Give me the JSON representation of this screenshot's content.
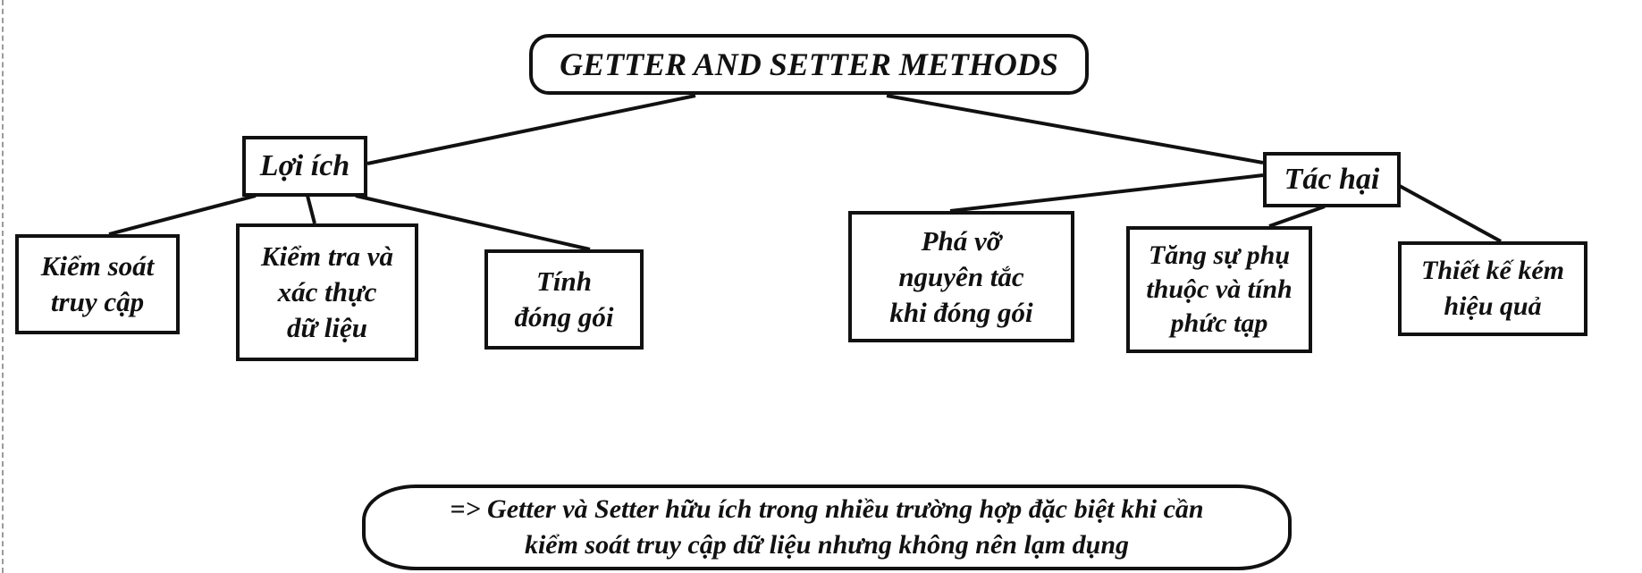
{
  "diagram": {
    "title": "GETTER AND SETTER METHODS",
    "benefits": {
      "label": "Lợi ích",
      "items": [
        {
          "lines": [
            "Kiểm soát",
            "truy cập"
          ]
        },
        {
          "lines": [
            "Kiểm tra và",
            "xác thực",
            "dữ liệu"
          ]
        },
        {
          "lines": [
            "Tính",
            "đóng gói"
          ]
        }
      ]
    },
    "harms": {
      "label": "Tác hại",
      "items": [
        {
          "lines": [
            "Phá vỡ",
            "nguyên tắc",
            "khi đóng gói"
          ]
        },
        {
          "lines": [
            "Tăng sự phụ",
            "thuộc và tính",
            "phức tạp"
          ]
        },
        {
          "lines": [
            "Thiết kế kém",
            "hiệu quả"
          ]
        }
      ]
    },
    "conclusion": {
      "lines": [
        "=> Getter và Setter hữu ích trong nhiều trường hợp đặc biệt khi cần",
        "kiểm soát truy cập dữ liệu nhưng không nên lạm dụng"
      ]
    }
  },
  "colors": {
    "stroke": "#111111",
    "background": "#ffffff",
    "frame": "#9a9a9a"
  }
}
